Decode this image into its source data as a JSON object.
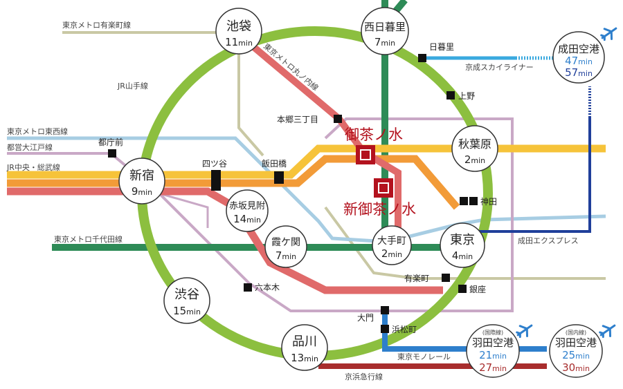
{
  "lines": {
    "yurakucho": "東京メトロ有楽町線",
    "yamanote": "JR山手線",
    "tozai": "東京メトロ東西線",
    "oedo": "都営大江戸線",
    "chuo": "JR中央・総武線",
    "marunouchi": "東京メトロ丸ノ内線",
    "chiyoda": "東京メトロ千代田線",
    "skyliner": "京成スカイライナー",
    "nex": "成田エクスプレス",
    "monorail": "東京モノレール",
    "keikyu": "京浜急行線"
  },
  "hubs": {
    "ikebukuro": {
      "name": "池袋",
      "time": "11",
      "unit": "min"
    },
    "nishinippori": {
      "name": "西日暮里",
      "time": "7",
      "unit": "min"
    },
    "akihabara": {
      "name": "秋葉原",
      "time": "2",
      "unit": "min"
    },
    "shinjuku": {
      "name": "新宿",
      "time": "9",
      "unit": "min"
    },
    "akasakamitsuke": {
      "name": "赤坂見附",
      "time": "14",
      "unit": "min"
    },
    "kasumigaseki": {
      "name": "霞ケ関",
      "time": "7",
      "unit": "min"
    },
    "otemachi": {
      "name": "大手町",
      "time": "2",
      "unit": "min"
    },
    "tokyo": {
      "name": "東京",
      "time": "4",
      "unit": "min"
    },
    "shibuya": {
      "name": "渋谷",
      "time": "15",
      "unit": "min"
    },
    "shinagawa": {
      "name": "品川",
      "time": "13",
      "unit": "min"
    }
  },
  "stations": {
    "nippori": "日暮里",
    "ueno": "上野",
    "hongo": "本郷三丁目",
    "tochomae": "都庁前",
    "yotsuya": "四ツ谷",
    "iidabashi": "飯田橋",
    "kanda": "神田",
    "roppongi": "六本木",
    "yurakucho": "有楽町",
    "ginza": "銀座",
    "daimon": "大門",
    "hamamatsucho": "浜松町"
  },
  "highlight": {
    "ochanomizu": "御茶ノ水",
    "shinochanomizu": "新御茶ノ水"
  },
  "airports": {
    "narita": {
      "name": "成田空港",
      "time1": "47",
      "time2": "57",
      "unit": "min"
    },
    "haneda_intl": {
      "name": "羽田空港",
      "tag": "(国際線)",
      "time1": "21",
      "time2": "27",
      "unit": "min"
    },
    "haneda_dom": {
      "name": "羽田空港",
      "tag": "(国内線)",
      "time1": "25",
      "time2": "30",
      "unit": "min"
    }
  },
  "colors": {
    "yamanote": "#8cbf3f",
    "chuo": "#f6c33a",
    "orange": "#f29b38",
    "red": "#e06a6a",
    "marunouchi": "#e06a6a",
    "tozai": "#a7cde3",
    "oedo": "#c9a8c6",
    "chiyoda": "#2e8b57",
    "yurakucho": "#c9c8a4",
    "skyliner": "#3aa9df",
    "nex": "#1f3f9a",
    "monorail": "#2e7fcc",
    "keikyu": "#a82d2d",
    "hibiya": "#b7b79c",
    "highlight": "#b3121e"
  },
  "icons": [
    "airplane-icon",
    "station-marker-icon"
  ]
}
